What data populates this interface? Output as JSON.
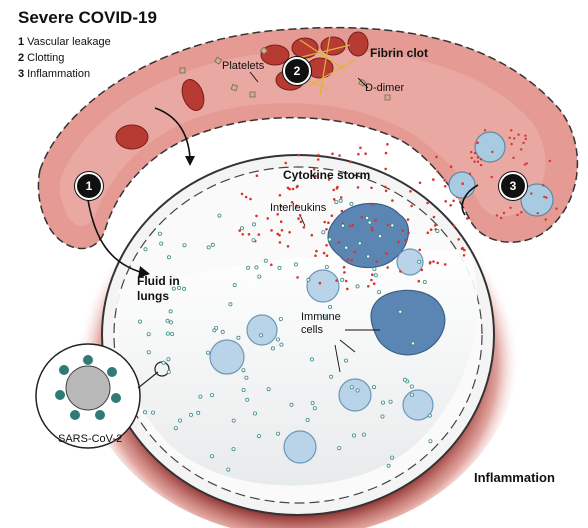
{
  "title": "Severe COVID-19",
  "legend": [
    {
      "num": "1",
      "text": "Vascular leakage"
    },
    {
      "num": "2",
      "text": "Clotting"
    },
    {
      "num": "3",
      "text": "Inflammation"
    }
  ],
  "labels": {
    "platelets": "Platelets",
    "fibrin_clot": "Fibrin clot",
    "d_dimer": "D-dimer",
    "cytokine_storm": "Cytokine storm",
    "interleukins": "Interleukins",
    "fluid_line1": "Fluid in",
    "fluid_line2": "lungs",
    "immune_line1": "Immune",
    "immune_line2": "cells",
    "virus": "SARS-CoV-2",
    "inflammation": "Inflammation"
  },
  "badges": [
    "1",
    "2",
    "3"
  ],
  "colors": {
    "vessel": "#e59a94",
    "vessel_dark": "#c9645e",
    "rbc": "#b73a33",
    "immune_cell": "#a9cbe2",
    "macrophage": "#5b86b4",
    "cytokine": "#d9342b",
    "virus_dot": "#3c8c86"
  }
}
